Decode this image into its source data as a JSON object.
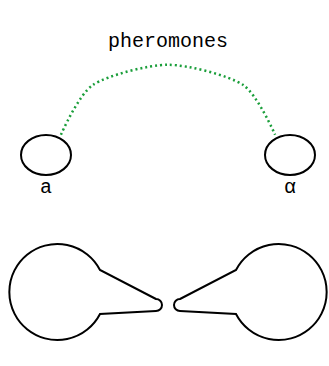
{
  "diagram": {
    "nodes": [
      {
        "text": [
          "a"
        ]
      },
      {
        "text": [
          "α"
        ]
      }
    ],
    "edges": [
      {
        "from": 0,
        "to": 1,
        "arrow": "none",
        "label": "pheromones"
      }
    ]
  }
}
